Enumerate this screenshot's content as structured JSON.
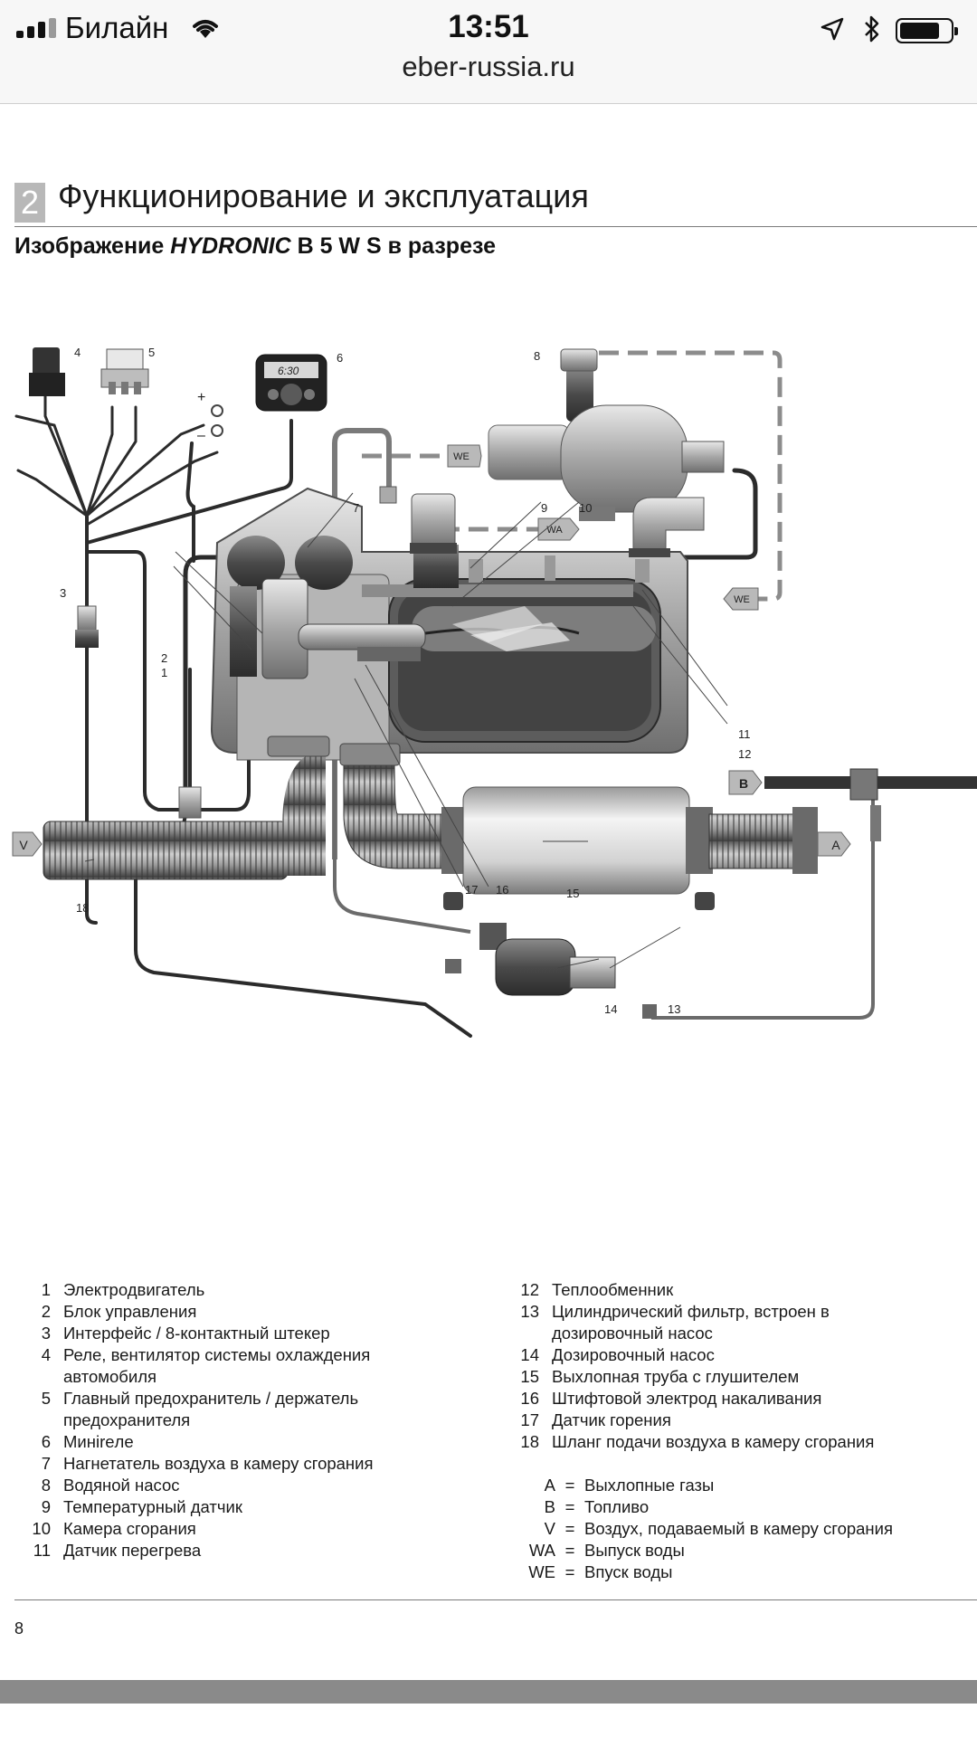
{
  "status_bar": {
    "carrier": "Билайн",
    "time": "13:51",
    "battery_level": 0.8
  },
  "browser": {
    "url": "eber-russia.ru"
  },
  "document": {
    "section_number": "2",
    "section_title": "Функционирование и эксплуатация",
    "subtitle_prefix": "Изображение ",
    "subtitle_brand": "HYDRONIC",
    "subtitle_suffix": " B 5 W S в разрезе",
    "page_number": "8"
  },
  "diagram": {
    "callouts": [
      "1",
      "2",
      "3",
      "4",
      "5",
      "6",
      "7",
      "8",
      "9",
      "10",
      "11",
      "12",
      "13",
      "14",
      "15",
      "16",
      "17",
      "18"
    ],
    "flow_labels": {
      "we": "WE",
      "wa": "WA",
      "b": "B",
      "v": "V",
      "a": "A"
    },
    "control_display": "6:30",
    "polarity": {
      "plus": "+",
      "minus": "–"
    }
  },
  "legend": {
    "left": [
      {
        "n": "1",
        "lines": [
          "Электродвигатель"
        ]
      },
      {
        "n": "2",
        "lines": [
          "Блок управления"
        ]
      },
      {
        "n": "3",
        "lines": [
          "Интерфейс / 8-контактный штекер"
        ]
      },
      {
        "n": "4",
        "lines": [
          "Реле, вентилятор системы охлаждения",
          "автомобиля"
        ]
      },
      {
        "n": "5",
        "lines": [
          "Главный предохранитель / держатель",
          "предохранителя"
        ]
      },
      {
        "n": "6",
        "lines": [
          "Минireле"
        ]
      },
      {
        "n": "7",
        "lines": [
          "Нагнетатель воздуха в камеру сгорания"
        ]
      },
      {
        "n": "8",
        "lines": [
          "Водяной насос"
        ]
      },
      {
        "n": "9",
        "lines": [
          "Температурный датчик"
        ]
      },
      {
        "n": "10",
        "lines": [
          "Камера сгорания"
        ]
      },
      {
        "n": "11",
        "lines": [
          "Датчик перегрева"
        ]
      }
    ],
    "right": [
      {
        "n": "12",
        "lines": [
          "Теплообменник"
        ]
      },
      {
        "n": "13",
        "lines": [
          "Цилиндрический фильтр, встроен в",
          "дозировочный насос"
        ]
      },
      {
        "n": "14",
        "lines": [
          "Дозировочный насос"
        ]
      },
      {
        "n": "15",
        "lines": [
          "Выхлопная труба с глушителем"
        ]
      },
      {
        "n": "16",
        "lines": [
          "Штифтовой электрод накаливания"
        ]
      },
      {
        "n": "17",
        "lines": [
          "Датчик горения"
        ]
      },
      {
        "n": "18",
        "lines": [
          "Шланг подачи воздуха в камеру сгорания"
        ]
      }
    ],
    "abbreviations": [
      {
        "k": "A",
        "v": "Выхлопные газы"
      },
      {
        "k": "B",
        "v": "Топливо"
      },
      {
        "k": "V",
        "v": "Воздух, подаваемый в камеру сгорания"
      },
      {
        "k": "WA",
        "v": "Выпуск воды"
      },
      {
        "k": "WE",
        "v": "Впуск воды"
      }
    ],
    "equals": "="
  },
  "colors": {
    "accent_gray": "#b8b8b8",
    "band": "#8a8a8a"
  }
}
